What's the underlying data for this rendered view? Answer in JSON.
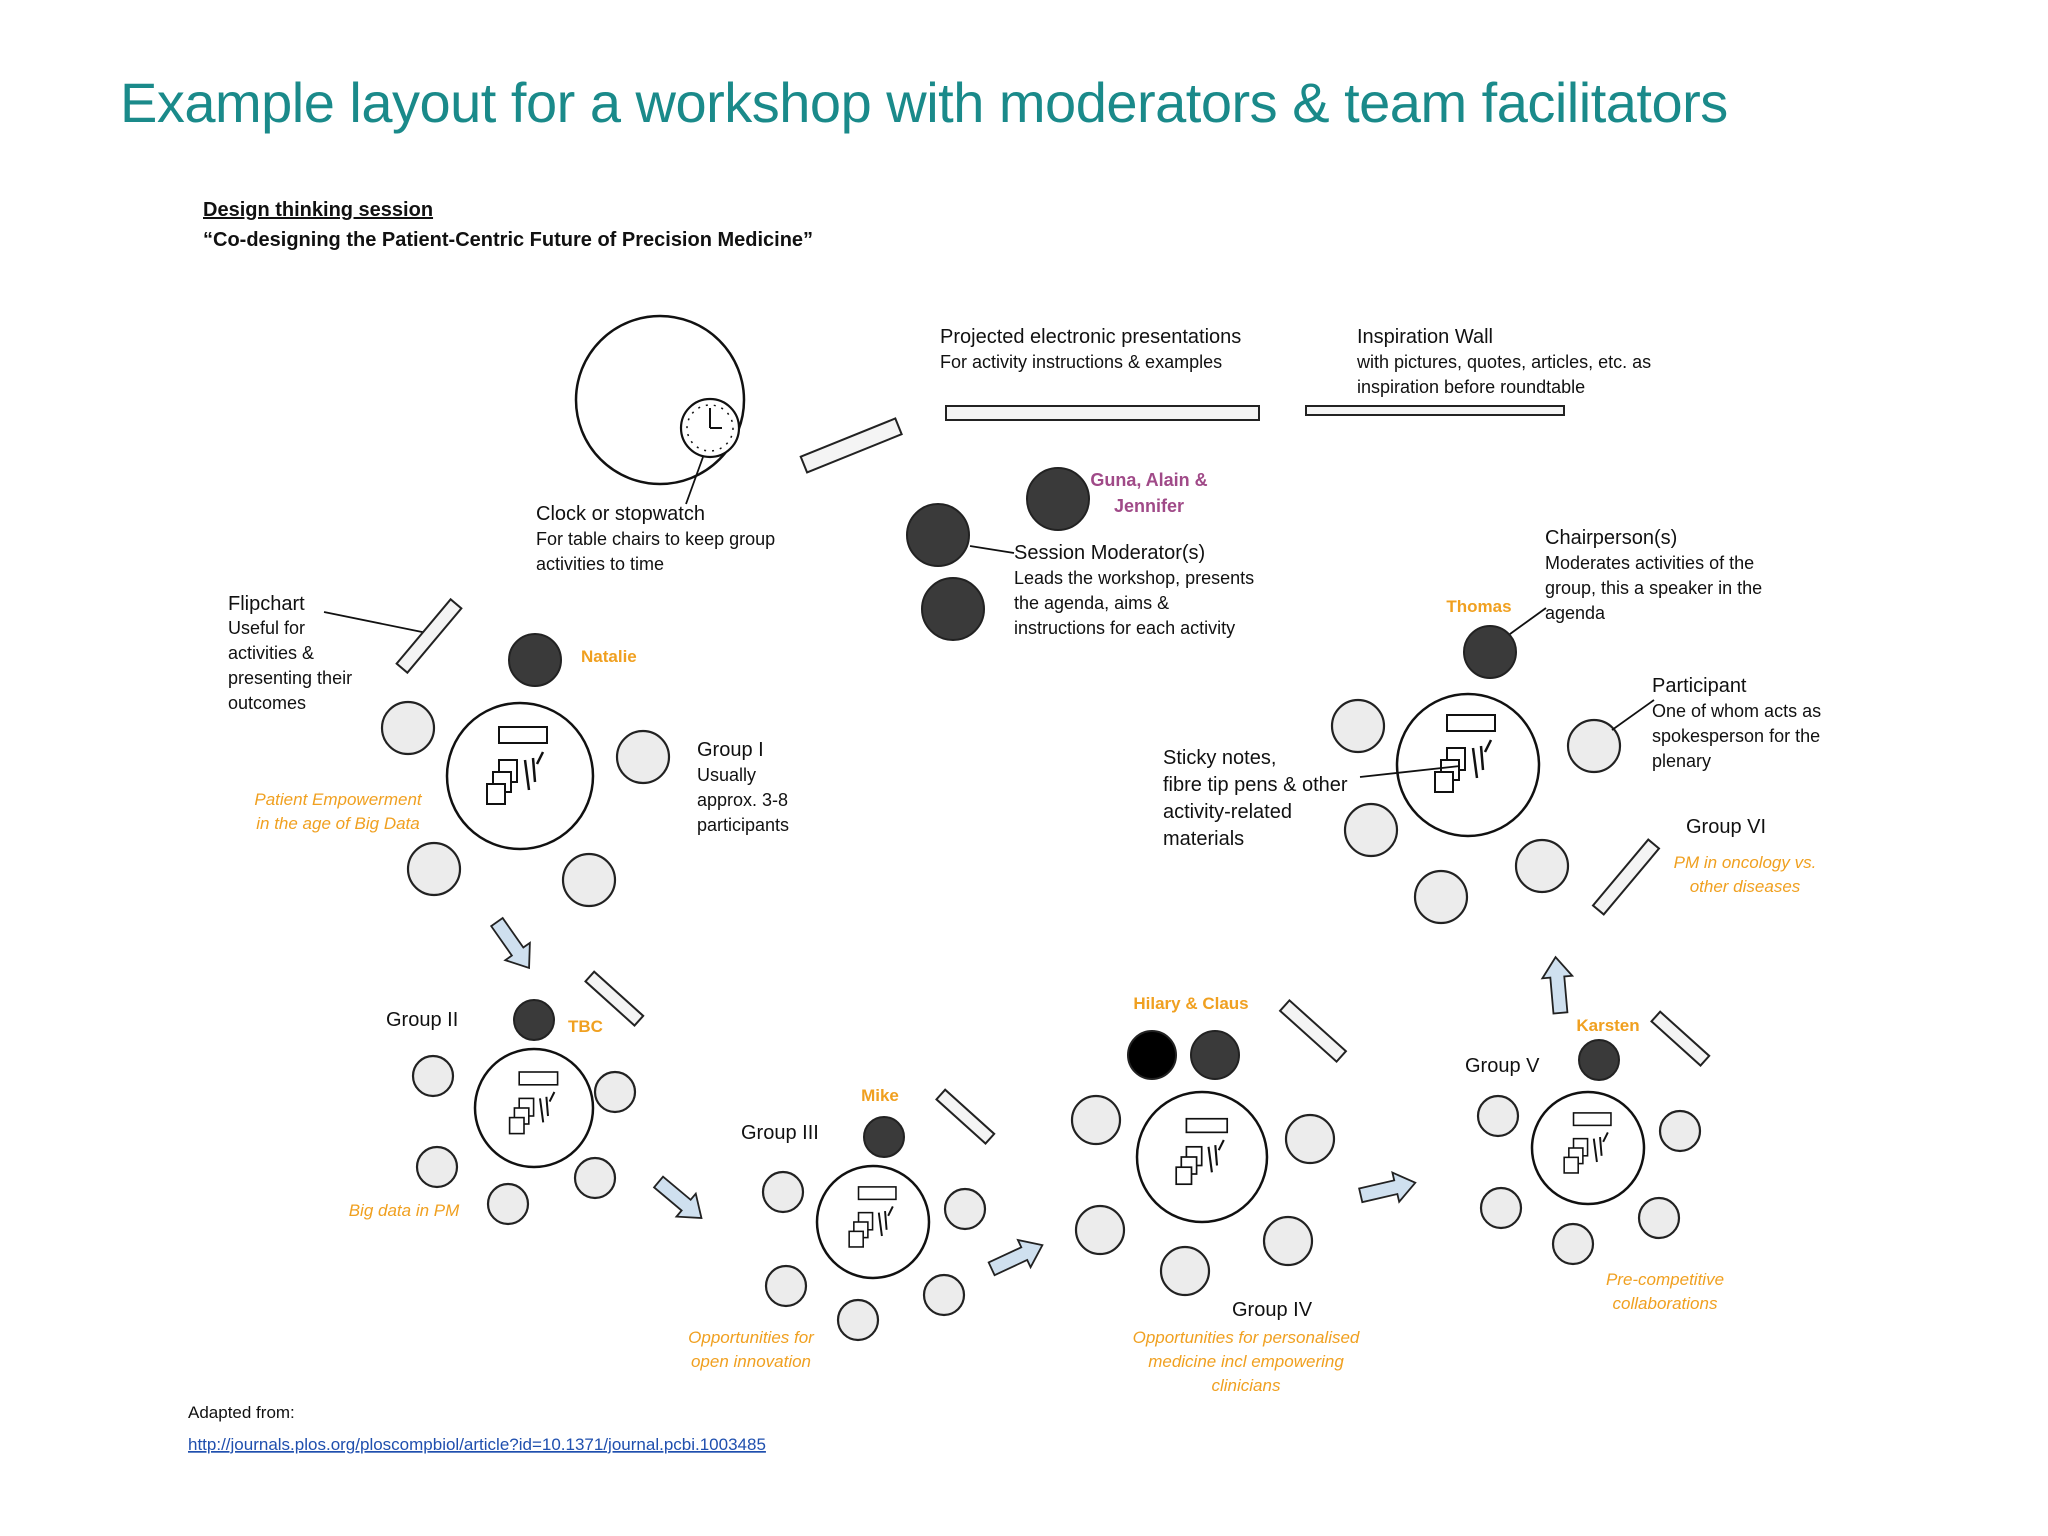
{
  "slide_title": "Example layout for a workshop with moderators & team facilitators",
  "session": {
    "heading": "Design thinking session",
    "subtitle": "“Co-designing the Patient-Centric Future of Precision Medicine”"
  },
  "projector": {
    "label": "Projected electronic presentations",
    "desc": "For activity instructions & examples"
  },
  "inspiration_wall": {
    "label": "Inspiration Wall",
    "desc_line1": "with pictures, quotes, articles, etc. as",
    "desc_line2": "inspiration before roundtable"
  },
  "clock": {
    "label": "Clock or stopwatch",
    "desc_line1": "For table chairs to keep group",
    "desc_line2": "activities to time"
  },
  "moderators": {
    "names_line1": "Guna, Alain &",
    "names_line2": "Jennifer",
    "label": "Session Moderator(s)",
    "desc_line1": "Leads the workshop, presents",
    "desc_line2": "the agenda, aims &",
    "desc_line3": "instructions for each activity"
  },
  "flipchart": {
    "label": "Flipchart",
    "desc_line1": "Useful for",
    "desc_line2": "activities &",
    "desc_line3": "presenting their",
    "desc_line4": "outcomes"
  },
  "chairperson": {
    "label": "Chairperson(s)",
    "desc_line1": "Moderates activities of the",
    "desc_line2": "group, this a speaker in the",
    "desc_line3": "agenda"
  },
  "participant": {
    "label": "Participant",
    "desc_line1": "One of whom acts as",
    "desc_line2": "spokesperson for the",
    "desc_line3": "plenary"
  },
  "sticky_notes": {
    "line1": "Sticky notes,",
    "line2": "fibre tip pens & other",
    "line3": "activity-related",
    "line4": "materials"
  },
  "groups": [
    {
      "name": "Group I",
      "chair": "Natalie",
      "note_line1": "Usually",
      "note_line2": "approx. 3-8",
      "note_line3": "participants",
      "topic_line1": "Patient Empowerment",
      "topic_line2": "in the age of Big Data"
    },
    {
      "name": "Group II",
      "chair": "TBC",
      "topic_line1": "Big data in PM",
      "topic_line2": ""
    },
    {
      "name": "Group III",
      "chair": "Mike",
      "topic_line1": "Opportunities for",
      "topic_line2": "open innovation"
    },
    {
      "name": "Group IV",
      "chair": "Hilary & Claus",
      "topic_line1": "Opportunities for personalised",
      "topic_line2": "medicine incl empowering",
      "topic_line3": "clinicians"
    },
    {
      "name": "Group V",
      "chair": "Karsten",
      "topic_line1": "Pre-competitive",
      "topic_line2": "collaborations"
    },
    {
      "name": "Group VI",
      "chair": "Thomas",
      "topic_line1": "PM in oncology vs.",
      "topic_line2": "other diseases"
    }
  ],
  "source": {
    "label": "Adapted from:",
    "url": "http://journals.plos.org/ploscompbiol/article?id=10.1371/journal.pcbi.1003485"
  }
}
